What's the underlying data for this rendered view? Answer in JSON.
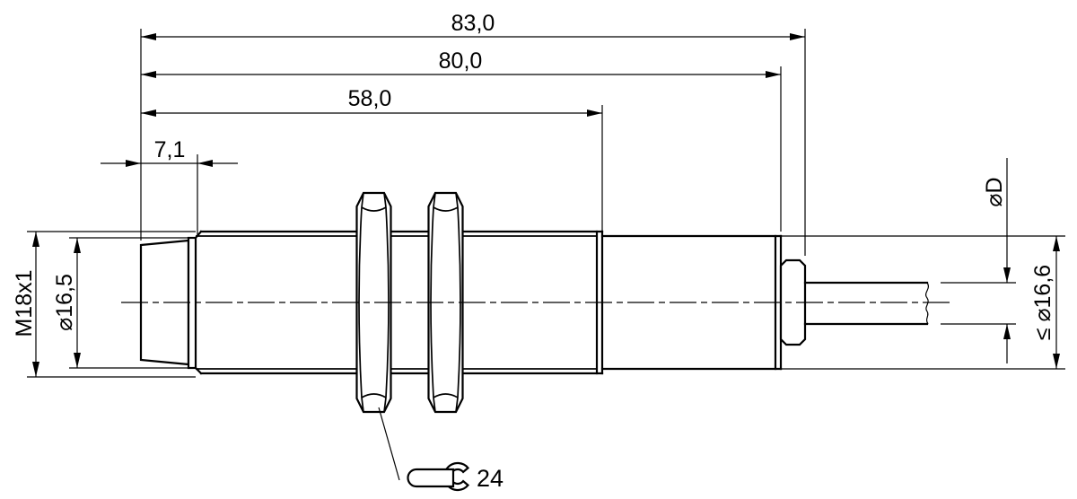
{
  "drawing": {
    "background_color": "#ffffff",
    "line_color": "#000000",
    "labels": {
      "overall_length": "83,0",
      "body_length": "80,0",
      "thread_length": "58,0",
      "tip_length": "7,1",
      "thread_spec": "M18x1",
      "tip_diameter": "⌀16,5",
      "cable_diameter": "⌀D",
      "max_rear_diameter": "≤ ⌀16,6",
      "wrench_size": "24"
    }
  }
}
